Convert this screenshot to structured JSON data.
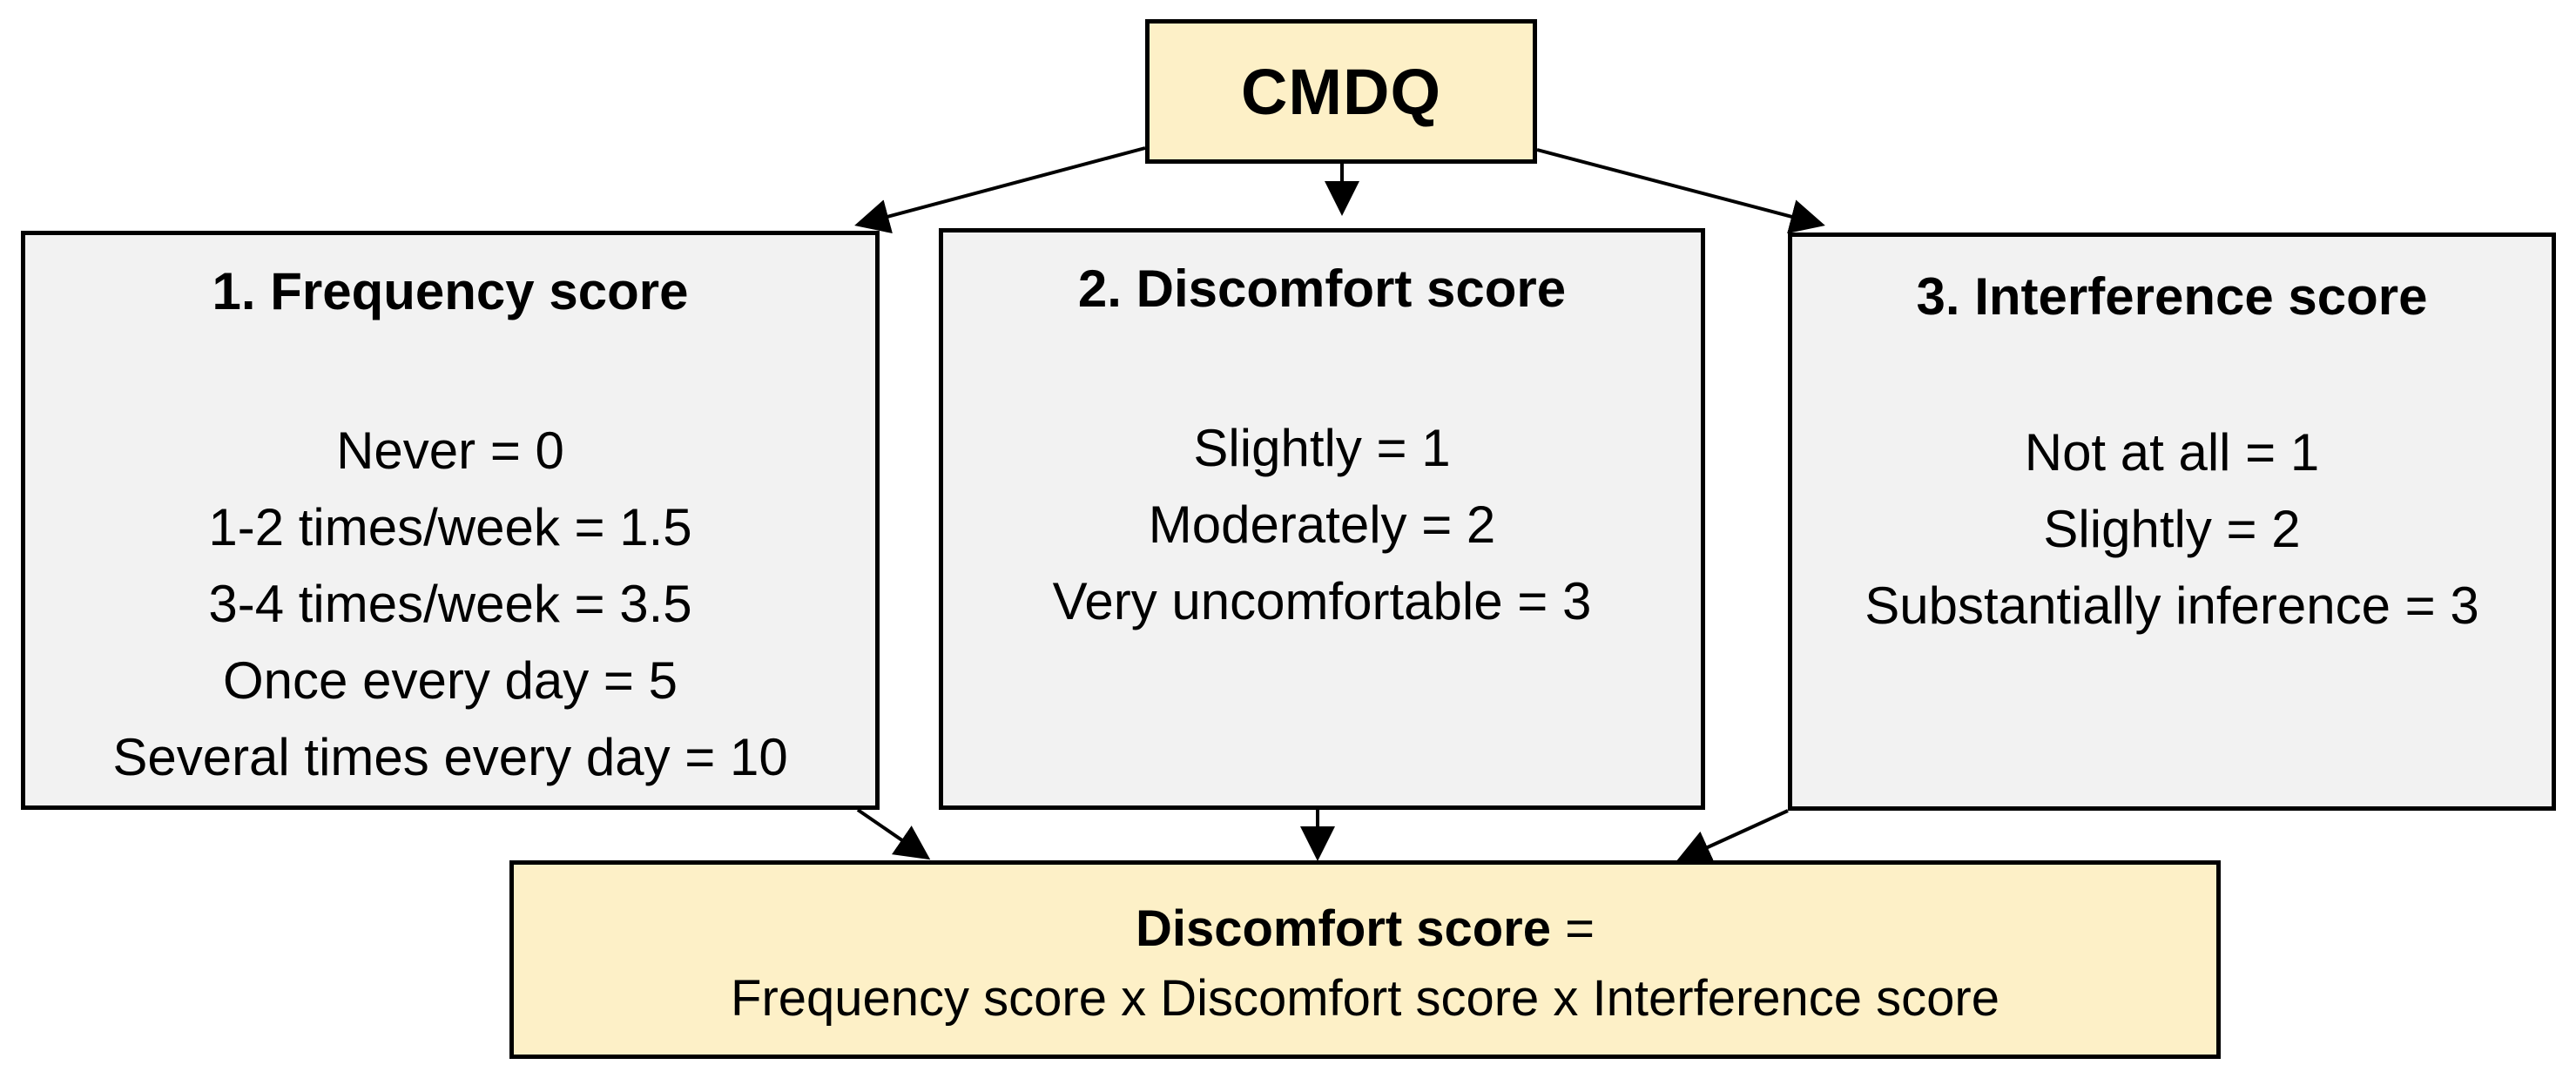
{
  "top": {
    "title": "CMDQ"
  },
  "scores": [
    {
      "title": "1. Frequency score",
      "items": [
        "Never = 0",
        "1-2 times/week = 1.5",
        "3-4 times/week = 3.5",
        "Once every day = 5",
        "Several times every day = 10"
      ]
    },
    {
      "title": "2. Discomfort score",
      "items": [
        "Slightly = 1",
        "Moderately = 2",
        "Very uncomfortable = 3"
      ]
    },
    {
      "title": "3. Interference score",
      "items": [
        "Not at all = 1",
        "Slightly = 2",
        "Substantially inference = 3"
      ]
    }
  ],
  "result": {
    "heading": "Discomfort score",
    "equals": " =",
    "formula": "Frequency score x Discomfort score x Interference score"
  },
  "colors": {
    "highlight_box": "#fdf0c7",
    "score_box": "#f2f2f2",
    "border": "#000000"
  }
}
